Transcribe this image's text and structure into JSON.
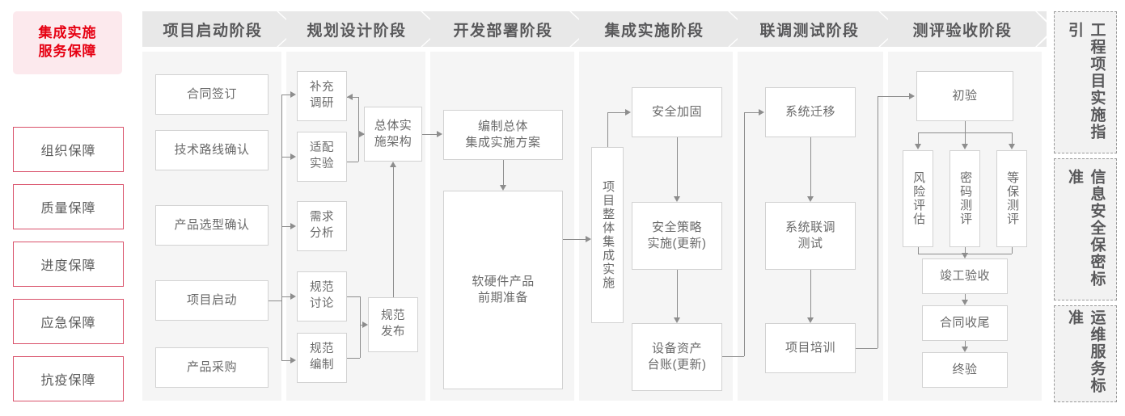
{
  "brand": {
    "line1": "集成实施",
    "line2": "服务保障"
  },
  "guarantees": [
    {
      "label": "组织保障"
    },
    {
      "label": "质量保障"
    },
    {
      "label": "进度保障"
    },
    {
      "label": "应急保障"
    },
    {
      "label": "抗疫保障"
    }
  ],
  "phases": [
    {
      "title": "项目启动阶段"
    },
    {
      "title": "规划设计阶段"
    },
    {
      "title": "开发部署阶段"
    },
    {
      "title": "集成实施阶段"
    },
    {
      "title": "联调测试阶段"
    },
    {
      "title": "测评验收阶段"
    }
  ],
  "nodes": {
    "p1_1": "合同签订",
    "p1_2": "技术路线确认",
    "p1_3": "产品选型确认",
    "p1_4": "项目启动",
    "p1_5": "产品采购",
    "p2_1": "补充\n调研",
    "p2_2": "适配\n实验",
    "p2_3": "需求\n分析",
    "p2_4": "规范\n讨论",
    "p2_5": "规范\n编制",
    "p2_6": "总体实\n施架构",
    "p2_7": "规范\n发布",
    "p3_1": "编制总体\n集成实施方案",
    "p3_2": "软硬件产品\n前期准备",
    "p4_0": "项目整体集成实施",
    "p4_1": "安全加固",
    "p4_2": "安全策略\n实施(更新)",
    "p4_3": "设备资产\n台账(更新)",
    "p5_1": "系统迁移",
    "p5_2": "系统联调\n测试",
    "p5_3": "项目培训",
    "p6_1": "初验",
    "p6_2": "风险评估",
    "p6_3": "密码测评",
    "p6_4": "等保测评",
    "p6_5": "竣工验收",
    "p6_6": "合同收尾",
    "p6_7": "终验"
  },
  "standards": [
    {
      "label": "工程项目实施指引"
    },
    {
      "label": "信息安全保密标准"
    },
    {
      "label": "运维服务标准"
    }
  ],
  "colors": {
    "brand_red": "#e60012",
    "brand_pink_bg": "#fce9ed",
    "guarantee_border": "#d9516a",
    "panel_bg": "#f5f5f5",
    "header_bg": "#e8e8e8",
    "node_border": "#d2d2d2",
    "connector": "#8d8d8d",
    "text_gray": "#6a6a6a"
  }
}
